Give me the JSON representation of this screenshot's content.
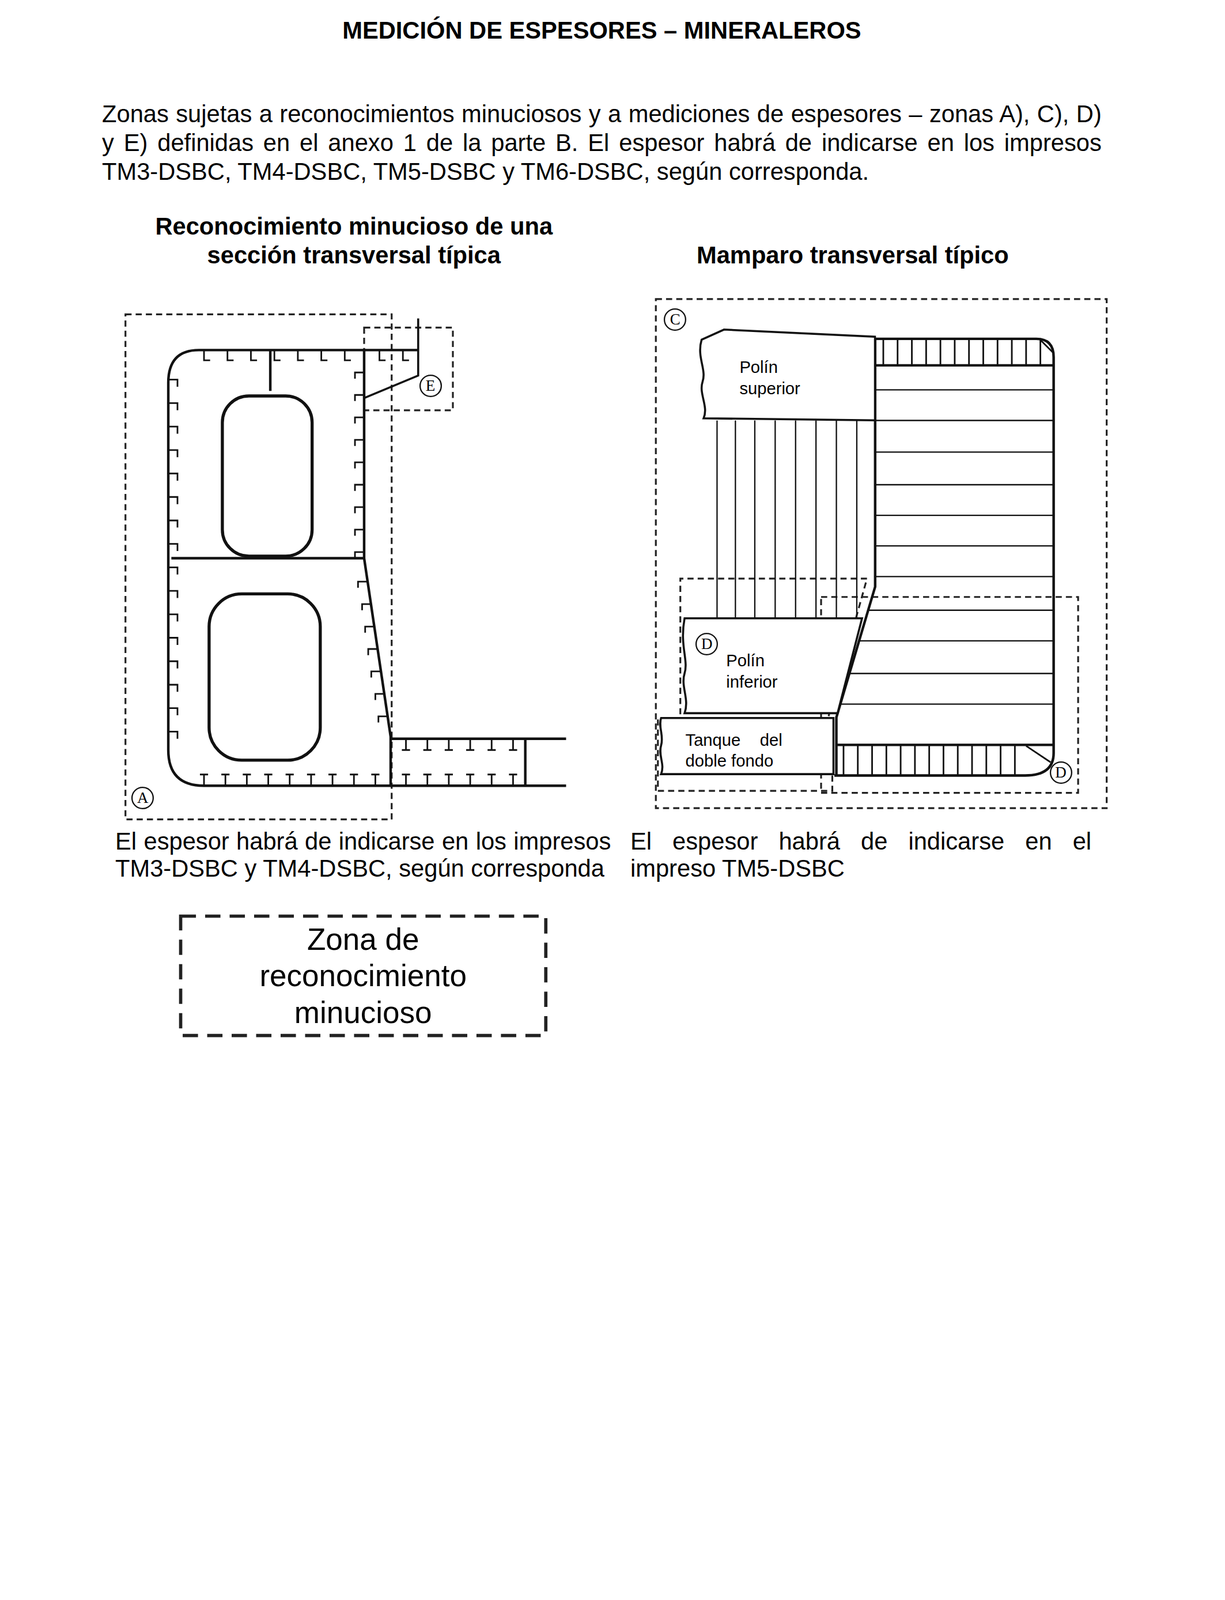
{
  "diagram": {
    "title": "MEDICIÓN DE ESPESORES – MINERALEROS",
    "nodes": [
      {
        "text": [
          "A"
        ]
      },
      {
        "text": [
          "E"
        ]
      },
      {
        "text": [
          "C"
        ]
      },
      {
        "text": [
          "Polín superior"
        ]
      },
      {
        "text": [
          "Polín inferior"
        ]
      },
      {
        "text": [
          "D"
        ],
        "in": 4
      },
      {
        "text": [
          "Tanque del doble fondo"
        ]
      },
      {
        "text": [
          "D"
        ]
      },
      {
        "text": [
          "Zona de reconocimiento minucioso"
        ]
      }
    ],
    "labels": [
      "Zonas sujetas a reconocimientos minuciosos y a mediciones de espesores – zonas A), C), D) y E) definidas en el anexo 1 de la parte B. El espesor habrá de indicarse en los impresos TM3-DSBC, TM4-DSBC, TM5-DSBC y TM6-DSBC, según corresponda.",
      "Reconocimiento minucioso de una sección transversal típica",
      "Mamparo transversal típico",
      "El espesor habrá de indicarse en los impresos TM3-DSBC y TM4-DSBC, según corresponda",
      "El espesor habrá de indicarse en el impreso TM5-DSBC"
    ]
  }
}
